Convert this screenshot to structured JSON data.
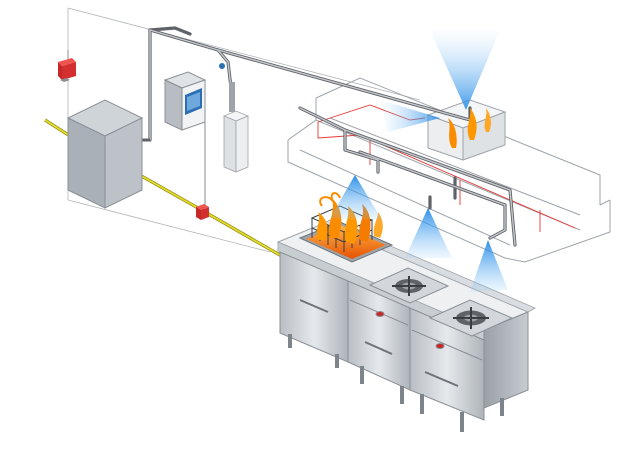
{
  "figure": {
    "background": "#ffffff",
    "subject": "kitchen-hood-fire-suppression-system",
    "colors": {
      "pipe": "#9aa0a6",
      "pipe_dark": "#5f6368",
      "detection_line": "#e53935",
      "gas_line": "#c9c21a",
      "spray": "#2f9be0",
      "flame": "#f57c00",
      "steel_light": "#e3e6e9",
      "steel_mid": "#c3c8cd",
      "steel_dark": "#9ea4aa",
      "cabinet_front": "#9fa6ad",
      "device_red": "#d32f2f",
      "panel_blue": "#2d6fb5"
    },
    "components": [
      "manual-pull-station",
      "gas-shutoff-valve",
      "agent-cylinder-cabinet",
      "control-panel",
      "agent-cylinder",
      "exhaust-hood",
      "duct-collar",
      "fryer",
      "range-burner-left",
      "range-burner-right"
    ],
    "nozzle_count": 5
  }
}
